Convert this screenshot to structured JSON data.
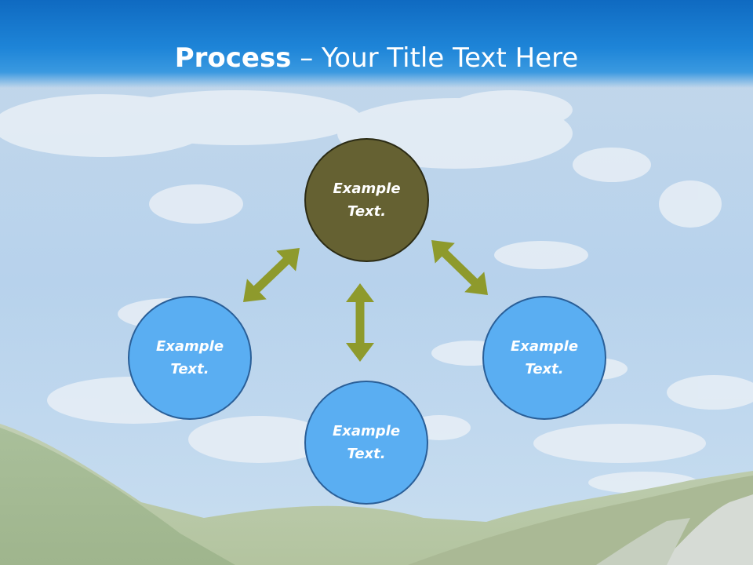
{
  "slide": {
    "title_bold": "Process",
    "title_rest": " – Your Title Text Here"
  },
  "diagram": {
    "nodes": [
      {
        "id": "top",
        "text": "Example Text.",
        "color": "#656132"
      },
      {
        "id": "left",
        "text": "Example Text.",
        "color": "#5aaef2"
      },
      {
        "id": "right",
        "text": "Example Text.",
        "color": "#5aaef2"
      },
      {
        "id": "bottom",
        "text": "Example Text.",
        "color": "#5aaef2"
      }
    ],
    "arrow_color": "#8e9a2c",
    "connections": [
      {
        "from": "top",
        "to": "left",
        "direction": "both"
      },
      {
        "from": "top",
        "to": "right",
        "direction": "both"
      },
      {
        "from": "top",
        "to": "bottom",
        "direction": "both"
      }
    ]
  }
}
